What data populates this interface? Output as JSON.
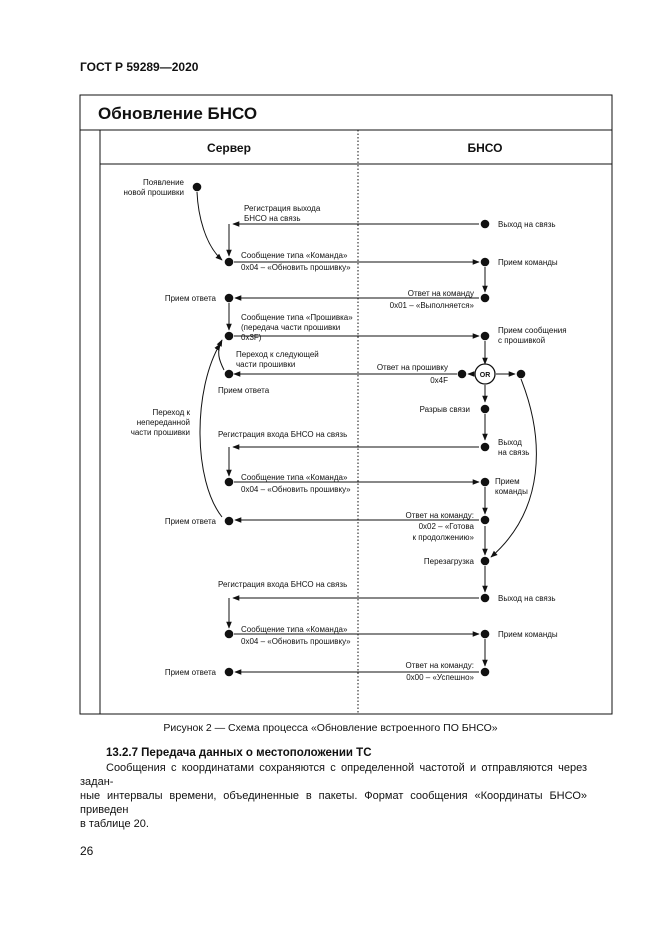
{
  "document": {
    "standard_header": "ГОСТ Р 59289—2020",
    "page_number": "26",
    "figure_caption": "Рисунок 2 — Схема процесса «Обновление встроенного ПО БНСО»",
    "section_title": "13.2.7 Передача данных о местоположении ТС",
    "paragraph_lines": [
      "Сообщения с координатами сохраняются с определенной частотой и отправляются через задан-",
      "ные интервалы времени, объединенные в пакеты. Формат сообщения «Координаты БНСО» приведен",
      "в таблице 20."
    ]
  },
  "diagram": {
    "title": "Обновление БНСО",
    "lanes": {
      "server": "Сервер",
      "device": "БНСО"
    },
    "labels": {
      "new_firmware": [
        "Появление",
        "новой прошивки"
      ],
      "reg_exit_1": [
        "Регистрация выхода",
        "БНСО на связь"
      ],
      "exit_1": "Выход на связь",
      "cmd_1": [
        "Сообщение типа «Команда»",
        "0x04 – «Обновить прошивку»"
      ],
      "recv_cmd_1": "Прием команды",
      "reply_1": [
        "Ответ на команду",
        "0x01 – «Выполняется»"
      ],
      "recv_reply_1": "Прием ответа",
      "fw_msg": [
        "Сообщение типа «Прошивка»",
        "(передача части прошивки",
        "0x3F)"
      ],
      "recv_msg": [
        "Прием сообщения",
        "с прошивкой"
      ],
      "next_part": [
        "Переход к следующей",
        "части прошивки"
      ],
      "fw_reply": [
        "Ответ на прошивку",
        "0x4F"
      ],
      "or": "OR",
      "recv_reply_2": "Прием ответа",
      "resend": [
        "Переход к",
        "непереданной",
        "части прошивки"
      ],
      "disconnect": "Разрыв связи",
      "reg_enter_1": "Регистрация входа БНСО на связь",
      "exit_2": [
        "Выход",
        "на связь"
      ],
      "cmd_2": [
        "Сообщение типа «Команда»",
        "0x04 – «Обновить прошивку»"
      ],
      "recv_cmd_2": [
        "Прием",
        "команды"
      ],
      "reply_2": [
        "Ответ на команду:",
        "0x02 – «Готова",
        "к продолжению»"
      ],
      "recv_reply_3": "Прием ответа",
      "reboot": "Перезагрузка",
      "reg_enter_2": "Регистрация входа БНСО на связь",
      "exit_3": "Выход на связь",
      "cmd_3": [
        "Сообщение типа «Команда»",
        "0x04 – «Обновить прошивку»"
      ],
      "recv_cmd_3": "Прием команды",
      "reply_3": [
        "Ответ на команду:",
        "0x00 – «Успешно»"
      ],
      "recv_reply_4": "Прием ответа"
    }
  }
}
